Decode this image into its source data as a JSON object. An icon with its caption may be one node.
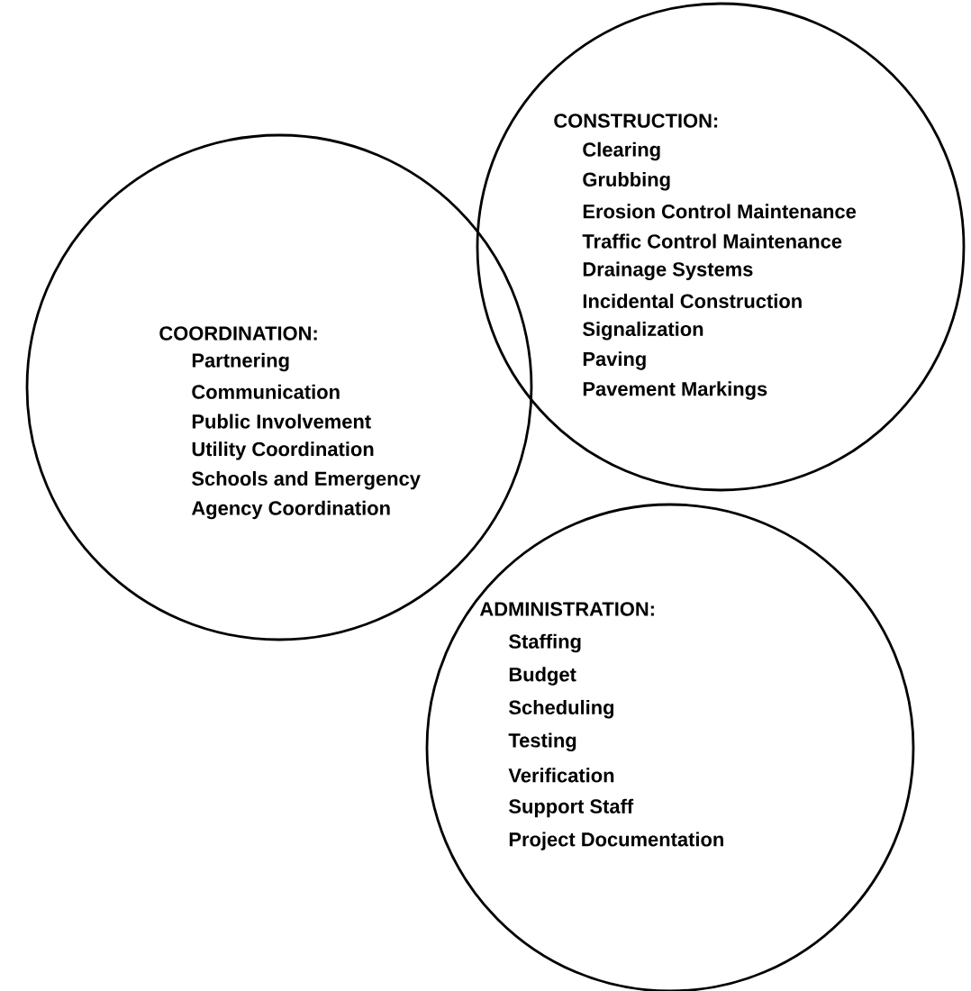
{
  "diagram": {
    "nodes": [
      {
        "text": [
          "COORDINATION:",
          "Partnering",
          "Communication",
          "Public Involvement",
          "Utility Coordination",
          "Schools and Emergency",
          "Agency Coordination"
        ]
      },
      {
        "text": [
          "CONSTRUCTION:",
          "Clearing",
          "Grubbing",
          "Erosion Control Maintenance",
          "Traffic Control Maintenance",
          "Drainage Systems",
          "Incidental Construction",
          "Signalization",
          "Paving",
          "Pavement Markings"
        ]
      },
      {
        "text": [
          "ADMINISTRATION:",
          "Staffing",
          "Budget",
          "Scheduling",
          "Testing",
          "Verification",
          "Support Staff",
          "Project Documentation"
        ]
      }
    ]
  }
}
